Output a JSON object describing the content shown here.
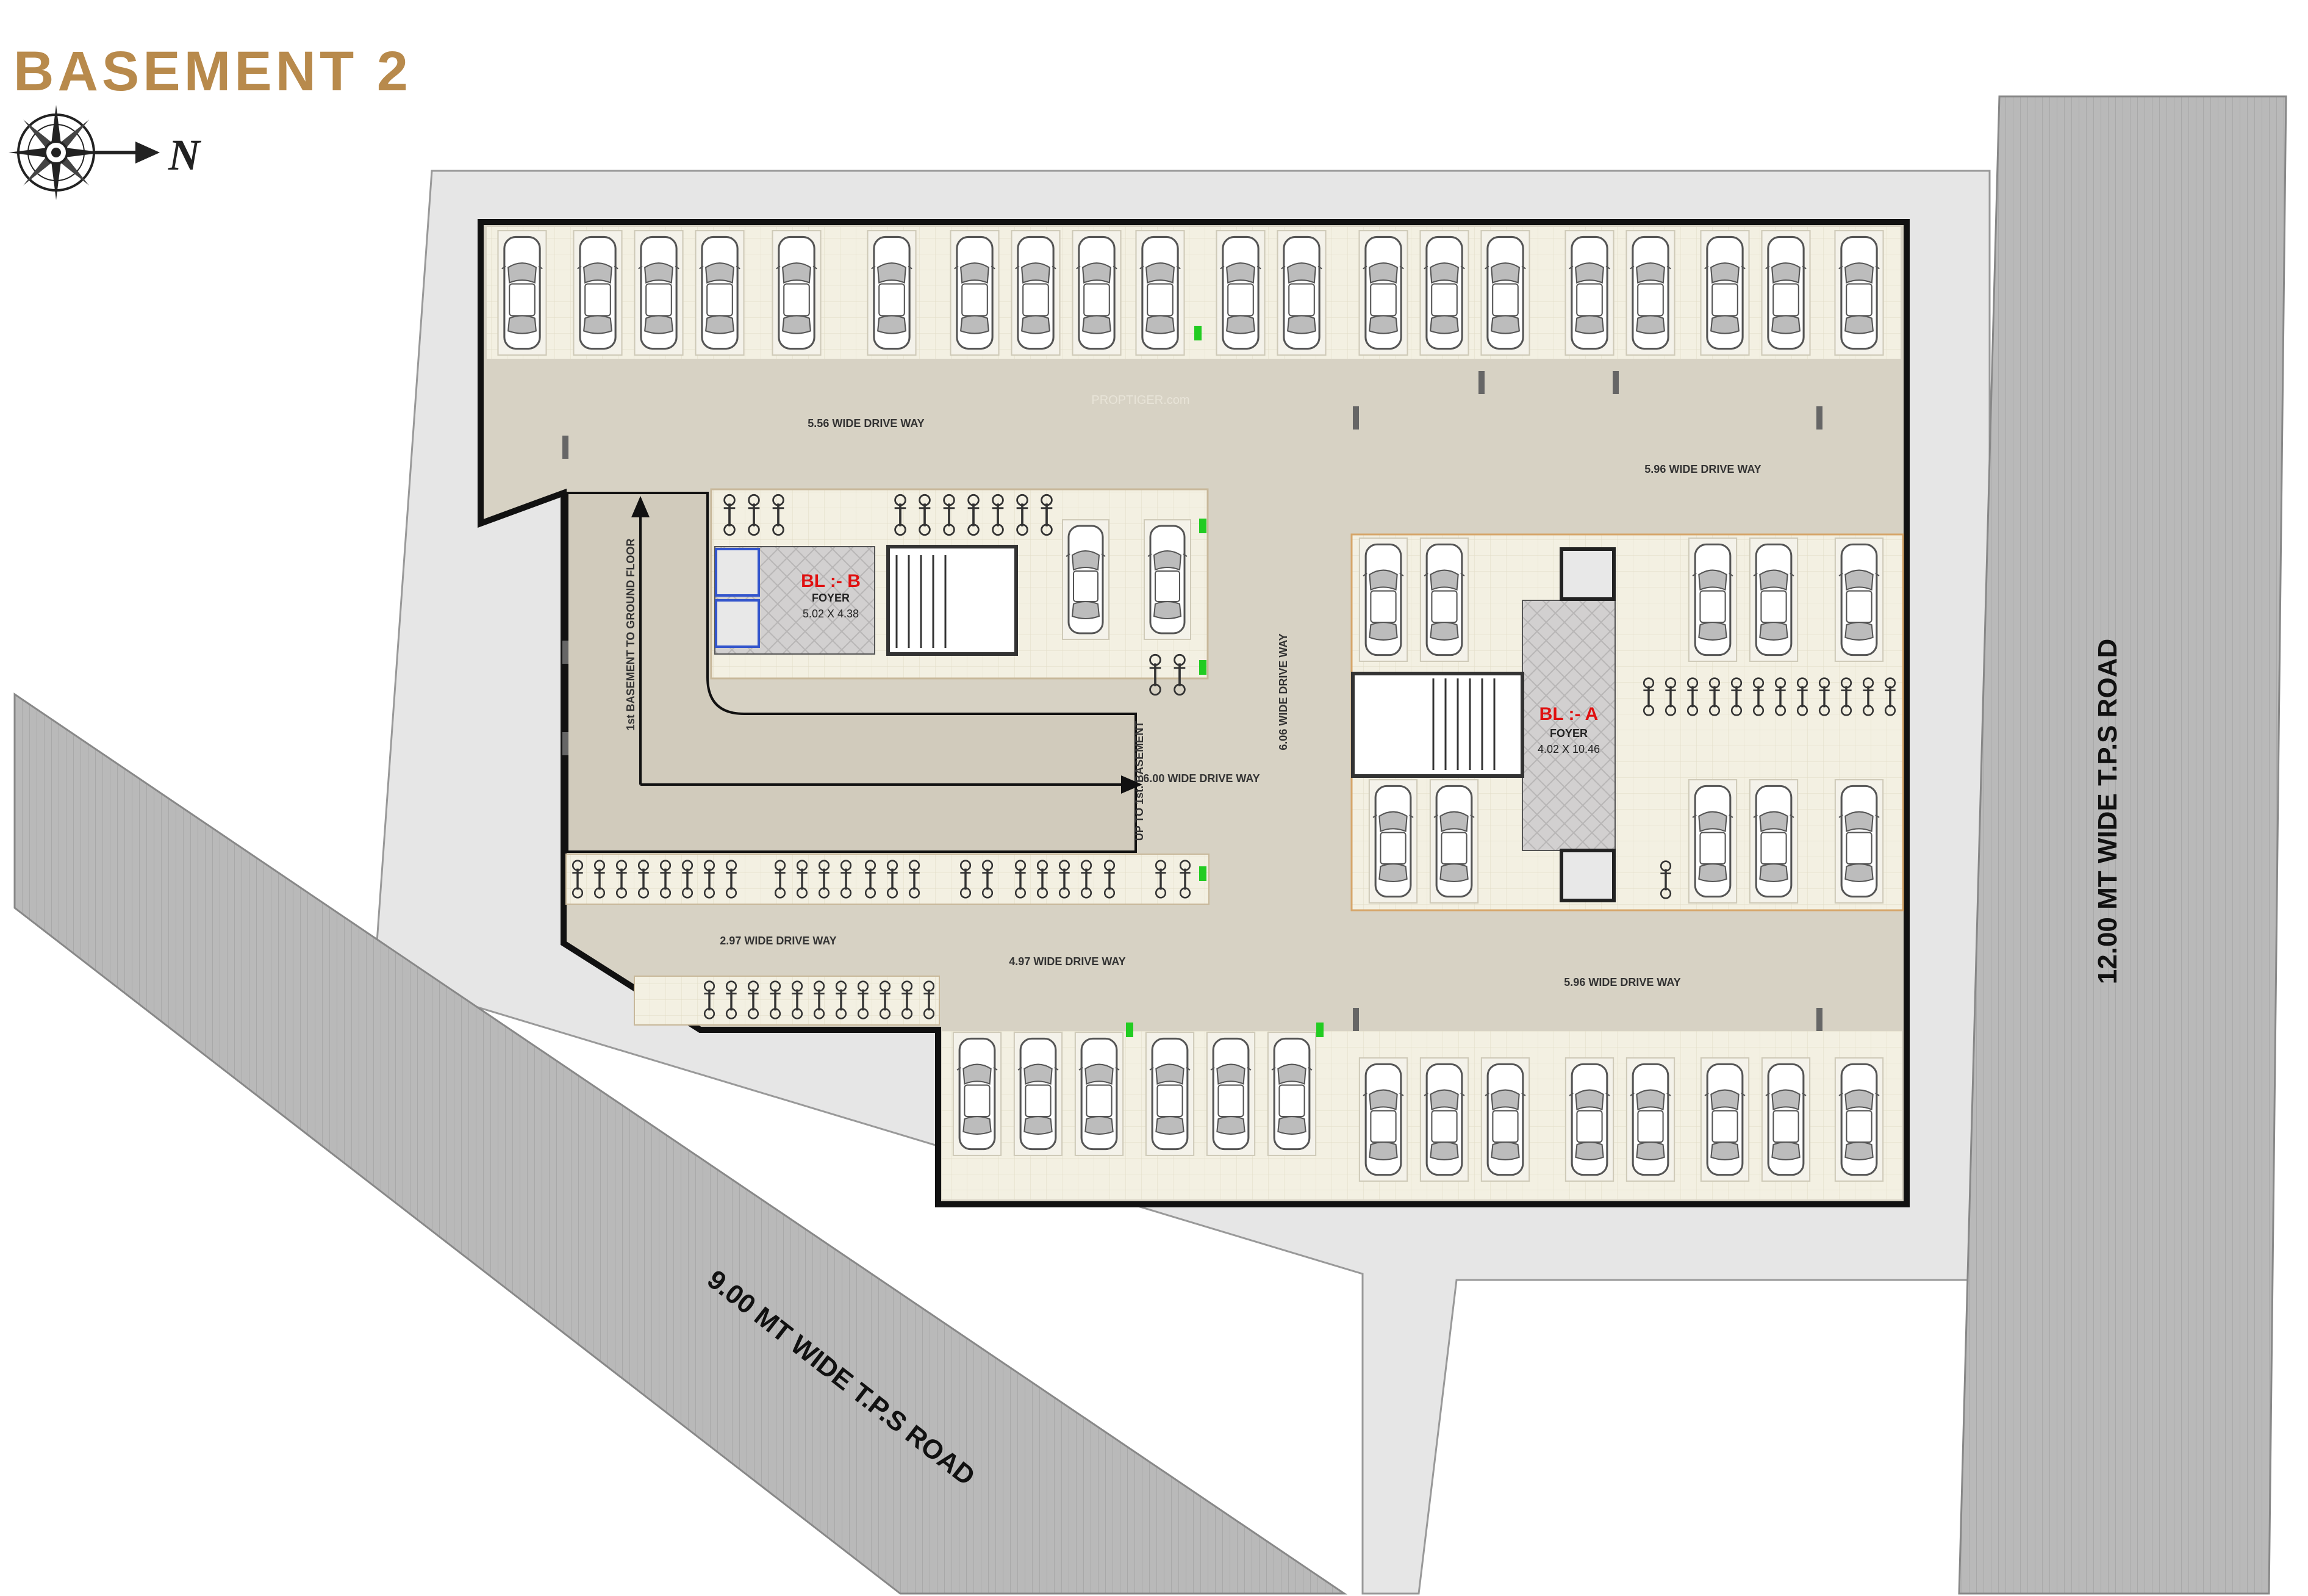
{
  "title": "BASEMENT 2",
  "north_label": "N",
  "colors": {
    "title": "#b88a4c",
    "site": "#e6e6e6",
    "road": "#b9b9b9",
    "driveway": "#d7d2c4",
    "parking_bay": "#f3f0e2",
    "foyer": "#d2d0d0",
    "wall": "#111111",
    "block_label": "#e01010",
    "lift_blue": "#3355cc",
    "marker_green": "#22cc22"
  },
  "roads": {
    "tps_road_12": "12.00  MT WIDE T.P.S ROAD",
    "tps_road_9": "9.00  MT WIDE T.P.S ROAD"
  },
  "blocks": {
    "b": {
      "name": "BL :- B",
      "label": "FOYER",
      "size": "5.02 X 4.38"
    },
    "a": {
      "name": "BL :- A",
      "label": "FOYER",
      "size": "4.02 X 10.46"
    }
  },
  "driveways": {
    "top_left": "5.56 WIDE DRIVE WAY",
    "top_right": "5.96 WIDE DRIVE WAY",
    "middle": "6.00 WIDE DRIVE WAY",
    "vertical": "6.06 WIDE DRIVE WAY",
    "lower_left": "2.97 WIDE DRIVE WAY",
    "lower_mid": "4.97 WIDE DRIVE WAY",
    "lower_right": "5.96 WIDE DRIVE WAY"
  },
  "ramps": {
    "down": "1st BASEMENT TO GROUND FLOOR",
    "up": "UP TO 1st. BASEMENT"
  },
  "watermark": "PROPTIGER.com"
}
